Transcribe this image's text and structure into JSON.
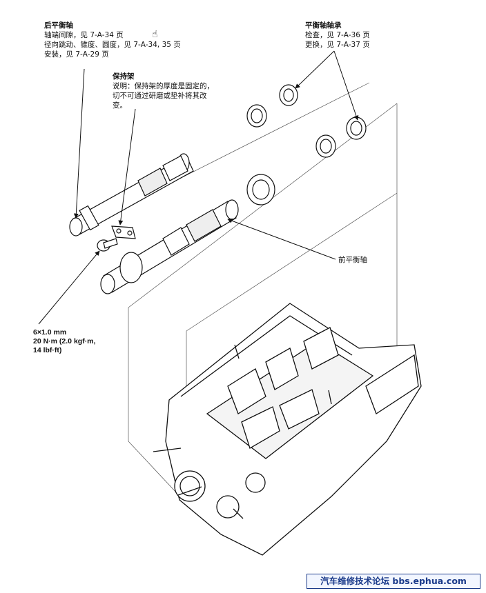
{
  "labels": {
    "rear_balancer": {
      "title": "后平衡轴",
      "lines": [
        "轴端间隙，见 7-A-34 页",
        "径向跳动、锥度、圆度，见 7-A-34, 35 页",
        "安装，见 7-A-29 页"
      ]
    },
    "holder": {
      "title": "保持架",
      "lines": [
        "说明：保持架的厚度是固定的，",
        "切不可通过研磨或垫补将其改",
        "变。"
      ]
    },
    "bearings": {
      "title": "平衡轴轴承",
      "lines": [
        "检查，见 7-A-36 页",
        "更换，见 7-A-37 页"
      ]
    },
    "front_balancer": "前平衡轴",
    "bolt_spec": [
      "6×1.0 mm",
      "20 N·m (2.0 kgf·m,",
      "14 lbf·ft)"
    ]
  },
  "footer": "汽车维修技术论坛 bbs.ephua.com",
  "icons": {
    "cursor": "hand-cursor-icon"
  }
}
